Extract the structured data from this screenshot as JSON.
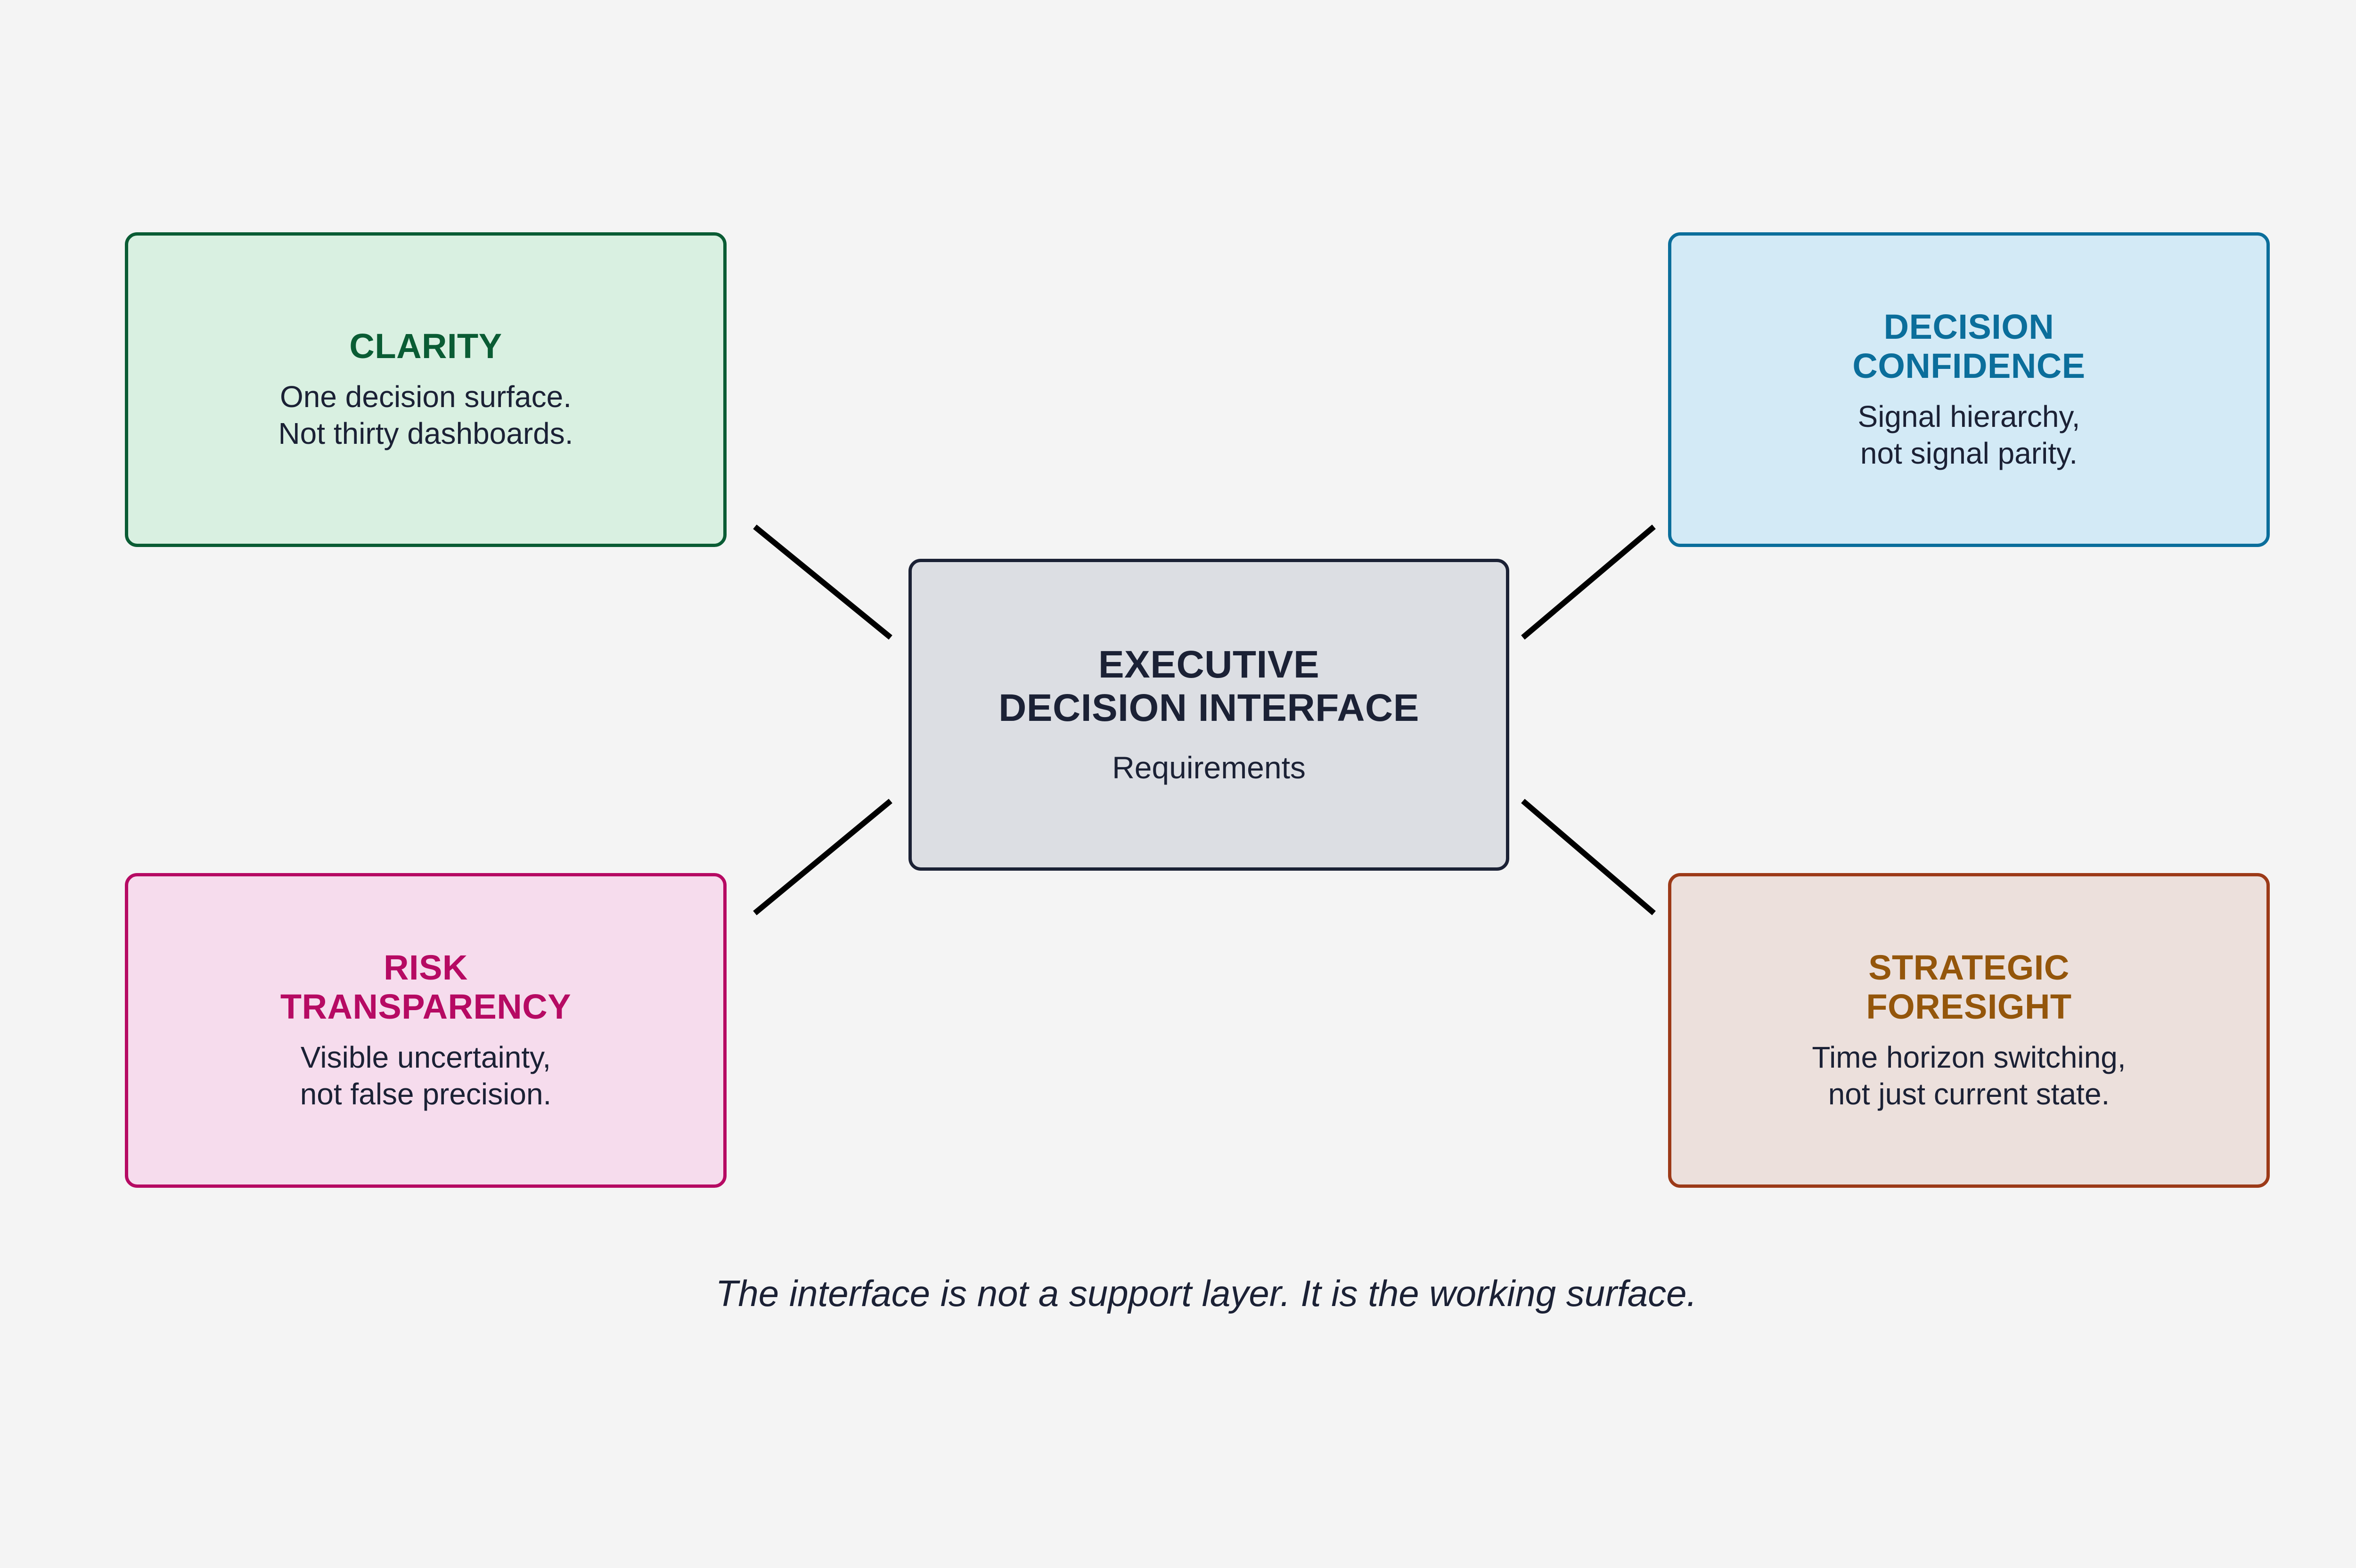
{
  "canvas": {
    "background_color": "#f4f4f4"
  },
  "center": {
    "title_line_1": "EXECUTIVE",
    "title_line_2": "DECISION INTERFACE",
    "subtitle": "Requirements",
    "fill_color": "#dcdee3",
    "border_color": "#1b2135",
    "text_color": "#1b2135"
  },
  "nodes": [
    {
      "id": "clarity",
      "title_line_1": "CLARITY",
      "title_line_2": "",
      "desc_line_1": "One decision surface.",
      "desc_line_2": "Not thirty dashboards.",
      "fill_color": "#d9f0e1",
      "border_color": "#0a5c34",
      "title_color": "#0a5c34",
      "desc_color": "#1b2135"
    },
    {
      "id": "decision-confidence",
      "title_line_1": "DECISION",
      "title_line_2": "CONFIDENCE",
      "desc_line_1": "Signal hierarchy,",
      "desc_line_2": "not signal parity.",
      "fill_color": "#d3eaf6",
      "border_color": "#0b6e9b",
      "title_color": "#0b6e9b",
      "desc_color": "#1b2135"
    },
    {
      "id": "risk-transparency",
      "title_line_1": "RISK",
      "title_line_2": "TRANSPARENCY",
      "desc_line_1": "Visible uncertainty,",
      "desc_line_2": "not false precision.",
      "fill_color": "#f6dced",
      "border_color": "#b60a63",
      "title_color": "#b60a63",
      "desc_color": "#1b2135"
    },
    {
      "id": "strategic-foresight",
      "title_line_1": "STRATEGIC",
      "title_line_2": "FORESIGHT",
      "desc_line_1": "Time horizon switching,",
      "desc_line_2": "not just current state.",
      "fill_color": "#ece0dc",
      "border_color": "#9c3a18",
      "title_color": "#94560b",
      "desc_color": "#1b2135"
    }
  ],
  "connectors": {
    "stroke_color": "#000000",
    "stroke_width": 12
  },
  "caption": {
    "text": "The interface is not a support layer. It is the working surface.",
    "color": "#1b2135"
  }
}
